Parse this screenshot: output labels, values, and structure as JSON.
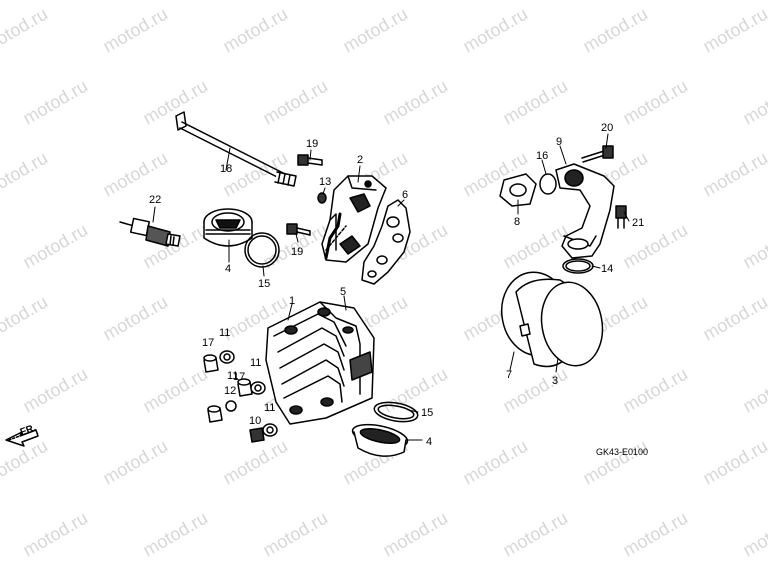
{
  "watermark": "motod.ru",
  "diagram_code": "GK43-E0100",
  "direction_label": "FR.",
  "callouts": [
    {
      "label": "1"
    },
    {
      "label": "2"
    },
    {
      "label": "3"
    },
    {
      "label": "4"
    },
    {
      "label": "4"
    },
    {
      "label": "5"
    },
    {
      "label": "6"
    },
    {
      "label": "7"
    },
    {
      "label": "8"
    },
    {
      "label": "9"
    },
    {
      "label": "10"
    },
    {
      "label": "11"
    },
    {
      "label": "11"
    },
    {
      "label": "11"
    },
    {
      "label": "11"
    },
    {
      "label": "12"
    },
    {
      "label": "13"
    },
    {
      "label": "14"
    },
    {
      "label": "15"
    },
    {
      "label": "15"
    },
    {
      "label": "16"
    },
    {
      "label": "17"
    },
    {
      "label": "17"
    },
    {
      "label": "18"
    },
    {
      "label": "19"
    },
    {
      "label": "19"
    },
    {
      "label": "20"
    },
    {
      "label": "21"
    },
    {
      "label": "22"
    }
  ]
}
